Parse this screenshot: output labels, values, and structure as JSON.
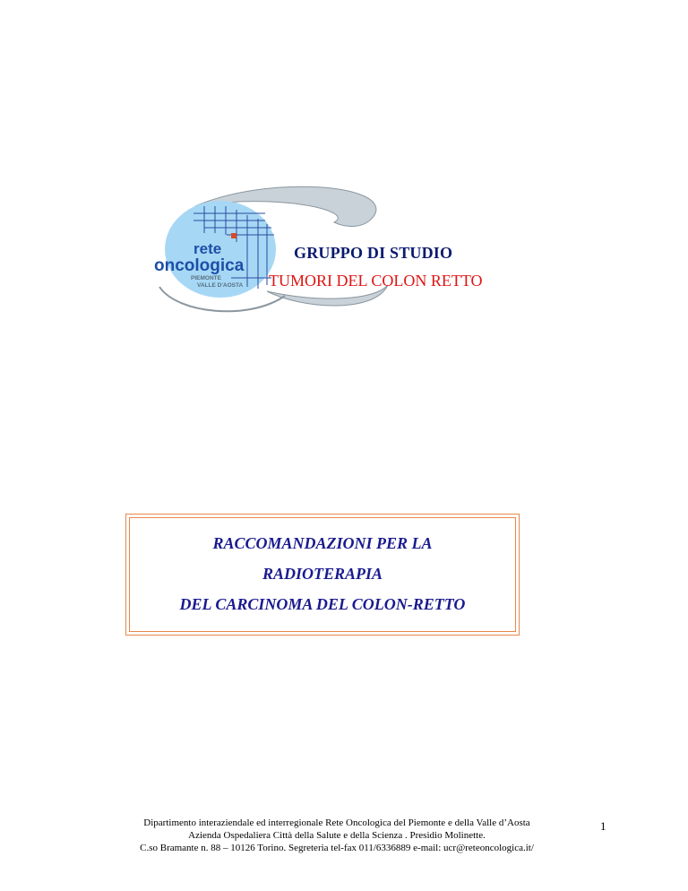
{
  "logo": {
    "word1": "rete",
    "word2": "oncologica",
    "region1": "PIEMONTE",
    "region2": "VALLE D'AOSTA",
    "colors": {
      "ellipse": "#9fd3f2",
      "text": "#1e4fa8",
      "swoosh": "#b9c4cc",
      "grid": "#2a4aa0",
      "accent": "#d84a2a"
    }
  },
  "group": {
    "title": "GRUPPO DI STUDIO",
    "subtitle": "TUMORI DEL COLON RETTO"
  },
  "document_title": {
    "line1": "RACCOMANDAZIONI  PER LA",
    "line2": "RADIOTERAPIA",
    "line3": "DEL CARCINOMA DEL COLON-RETTO"
  },
  "footer": {
    "line1": "Dipartimento interaziendale ed interregionale Rete Oncologica del Piemonte e della Valle d’Aosta",
    "line2": "Azienda Ospedaliera Città della Salute e della Scienza . Presidio Molinette.",
    "line3": "C.so Bramante n. 88 – 10126 Torino. Segreteria tel-fax 011/6336889 e-mail: ucr@reteoncologica.it/"
  },
  "page_number": "1"
}
